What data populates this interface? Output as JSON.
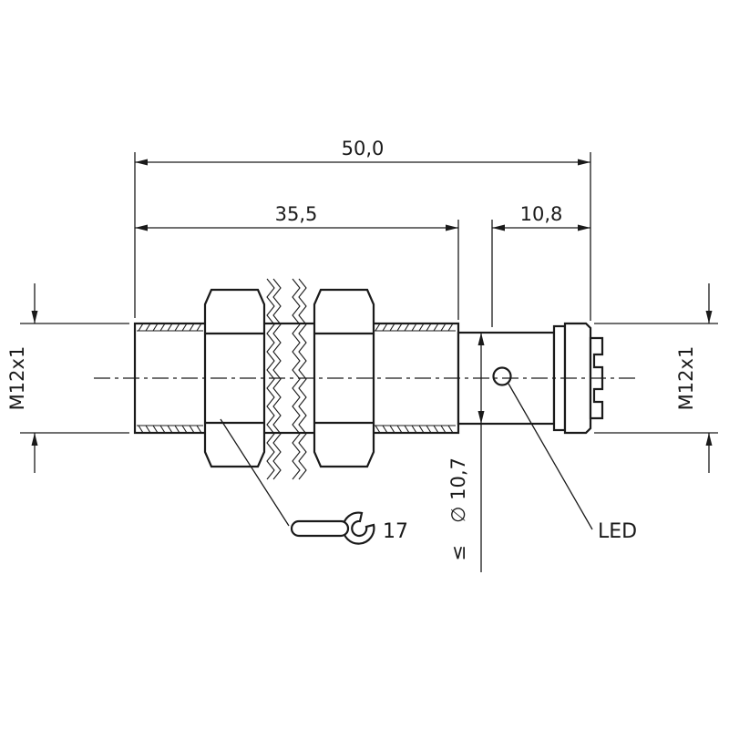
{
  "drawing": {
    "labels": {
      "overall_length": "50,0",
      "thread_length": "35,5",
      "connector_length": "10,8",
      "thread_left": "M12x1",
      "thread_right": "M12x1",
      "diameter": "∅ 10,7",
      "diameter_condition": "≤",
      "wrench_size": "17",
      "led": "LED"
    },
    "colors": {
      "line": "#1a1a1a",
      "background": "#ffffff"
    }
  }
}
